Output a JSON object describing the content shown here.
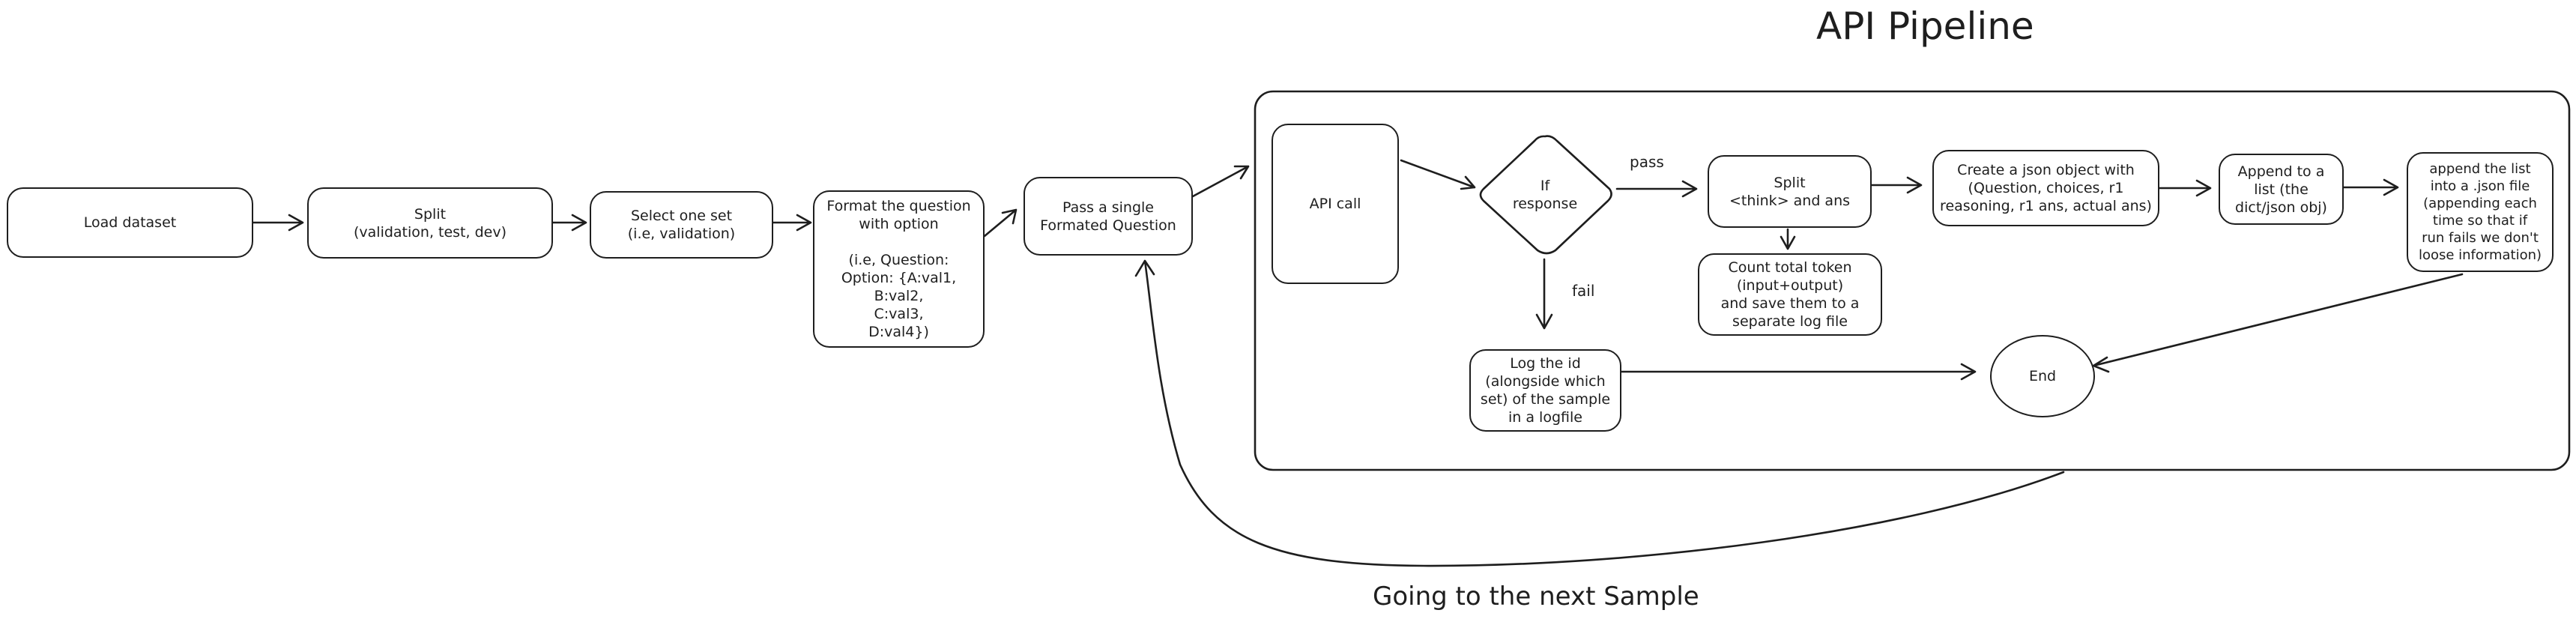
{
  "diagram": {
    "title": "API Pipeline",
    "footer_label": "Going to the next Sample",
    "nodes": {
      "load_dataset": "Load dataset",
      "split_sets": "Split\n(validation, test, dev)",
      "select_set": "Select one set\n(i.e, validation)",
      "format_question": "Format the question\nwith option\n\n(i.e, Question:\nOption: {A:val1,\nB:val2,\nC:val3,\nD:val4})",
      "pass_question": "Pass a single\nFormated Question",
      "api_call": "API call",
      "if_response": "If\nresponse",
      "split_think": "Split\n<think> and ans",
      "count_tokens": "Count total token\n(input+output)\nand save them to a\nseparate log file",
      "create_json": "Create a json object with\n(Question, choices, r1\nreasoning, r1 ans, actual ans)",
      "append_list": "Append to a\nlist (the\ndict/json obj)",
      "append_file": "append the list\ninto a .json file\n(appending each\ntime so that if\nrun fails we don't\nloose information)",
      "log_id": "Log the id\n(alongside which\nset) of the sample\nin a logfile",
      "end": "End"
    },
    "edge_labels": {
      "pass": "pass",
      "fail": "fail"
    }
  }
}
